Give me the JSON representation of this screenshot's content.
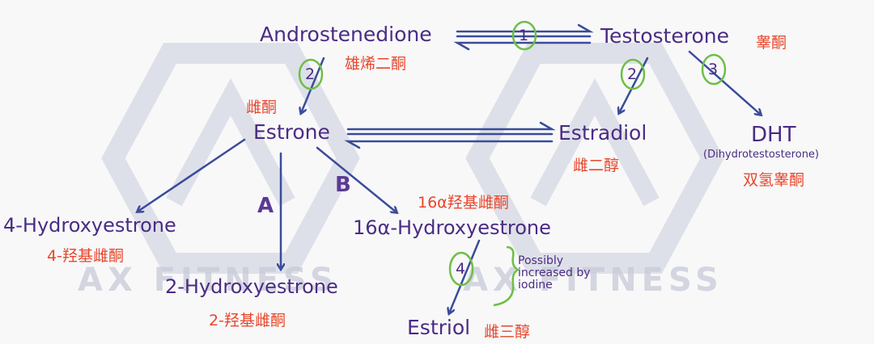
{
  "molecules": {
    "androstenedione": "Androstenedione",
    "testosterone": "Testosterone",
    "estrone": "Estrone",
    "estradiol": "Estradiol",
    "dht": "DHT",
    "dht_full": "(Dihydrotestosterone)",
    "hydroxy4": "4-Hydroxyestrone",
    "hydroxy16": "16α-Hydroxyestrone",
    "hydroxy2": "2-Hydroxyestrone",
    "estriol": "Estriol"
  },
  "chinese": {
    "androstenedione": "雄烯二酮",
    "testosterone": "睾酮",
    "estrone": "雌酮",
    "estradiol": "雌二醇",
    "dht": "双氢睾酮",
    "hydroxy16": "16α羟基雌酮",
    "hydroxy4": "4-羟基雌酮",
    "hydroxy2": "2-羟基雌酮",
    "estriol": "雌三醇"
  },
  "steps": {
    "s1": "1",
    "s2a": "2",
    "s2b": "2",
    "s3": "3",
    "s4": "4"
  },
  "paths": {
    "a": "A",
    "b": "B"
  },
  "note": {
    "line1": "Possibly",
    "line2": "increased by",
    "line3": "iodine"
  },
  "watermark": {
    "left": "AX FITNESS",
    "right": "AX FITNESS"
  },
  "colors": {
    "molecule": "#4a2c83",
    "arrow": "#3a4c9a",
    "step_circle": "#6dbf45",
    "chinese": "#e8462a",
    "watermark": "#c7cad8"
  }
}
